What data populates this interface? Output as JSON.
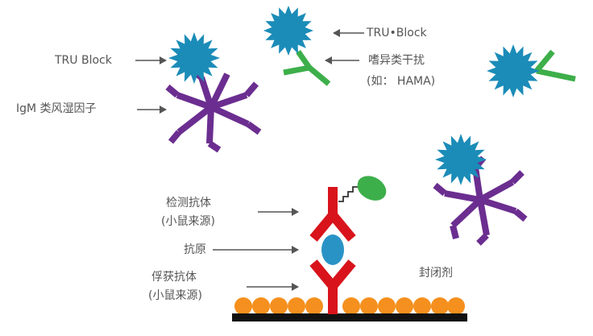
{
  "labels": {
    "tru_block_left": "TRU Block",
    "igm_rf": "IgM 类风湿因子",
    "tru_block_top": "TRU•Block",
    "heterophilic_line1": "嗜异类干扰",
    "heterophilic_line2": "(如： HAMA)",
    "detection_ab_line1": "检测抗体",
    "detection_ab_line2": "(小鼠来源)",
    "antigen": "抗原",
    "capture_ab_line1": "俘获抗体",
    "capture_ab_line2": "(小鼠来源)",
    "blocking_agent": "封闭剂"
  },
  "colors": {
    "block_blue": "#1B8CB8",
    "igm_purple": "#6B2E90",
    "hama_green": "#3DAF4A",
    "antibody_red": "#D8131B",
    "antigen_blue": "#2A93C6",
    "bead_orange": "#F5901E",
    "surface_black": "#111111",
    "label_gray": "#555555"
  }
}
